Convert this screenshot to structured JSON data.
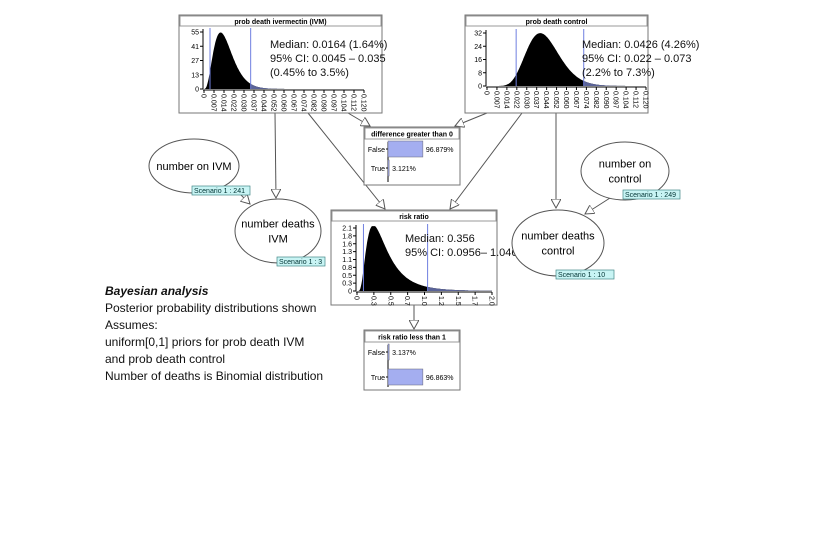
{
  "charts": {
    "ivm": {
      "title": "prob death ivermectin (IVM)",
      "yticks": [
        "0",
        "13",
        "27",
        "41",
        "55"
      ],
      "xticks": [
        "0",
        "0.007",
        "0.014",
        "0.022",
        "0.030",
        "0.037",
        "0.044",
        "0.052",
        "0.060",
        "0.067",
        "0.074",
        "0.082",
        "0.090",
        "0.097",
        "0.104",
        "0.112",
        "0.120"
      ],
      "ymax": 55,
      "xmax": 0.12,
      "ci": [
        0.0045,
        0.035
      ],
      "annotation": [
        "Median: 0.0164 (1.64%)",
        "95% CI:  0.0045 – 0.035",
        "(0.45% to 3.5%)"
      ]
    },
    "control": {
      "title": "prob death control",
      "yticks": [
        "0",
        "8",
        "16",
        "24",
        "32"
      ],
      "xticks": [
        "0",
        "0.007",
        "0.014",
        "0.022",
        "0.030",
        "0.037",
        "0.044",
        "0.052",
        "0.060",
        "0.067",
        "0.074",
        "0.082",
        "0.090",
        "0.097",
        "0.104",
        "0.112",
        "0.120"
      ],
      "ymax": 32,
      "xmax": 0.12,
      "ci": [
        0.022,
        0.073
      ],
      "annotation": [
        "Median: 0.0426 (4.26%)",
        "95% CI:  0.022 – 0.073",
        "(2.2% to 7.3%)"
      ]
    },
    "risk_ratio": {
      "title": "risk ratio",
      "yticks": [
        "0",
        "0.3",
        "0.5",
        "0.8",
        "1.1",
        "1.3",
        "1.6",
        "1.8",
        "2.1"
      ],
      "xticks": [
        "0",
        "0.3",
        "0.5",
        "0.7",
        "1.0",
        "1.2",
        "1.5",
        "1.7",
        "2.0"
      ],
      "ymax": 2.1,
      "xmax": 2.0,
      "ci": [
        0.0956,
        1.046
      ],
      "annotation": [
        "Median: 0.356",
        "95% CI:  0.0956– 1.046"
      ]
    }
  },
  "bool_nodes": {
    "difference": {
      "title": "difference greater than 0",
      "rows": [
        {
          "label": "False",
          "value": "96.879%",
          "p": 0.96879
        },
        {
          "label": "True",
          "value": "3.121%",
          "p": 0.03121
        }
      ]
    },
    "rr_less": {
      "title": "risk ratio less than 1",
      "rows": [
        {
          "label": "False",
          "value": "3.137%",
          "p": 0.03137
        },
        {
          "label": "True",
          "value": "96.863%",
          "p": 0.96863
        }
      ]
    }
  },
  "nodes": {
    "number_on_ivm": {
      "label": [
        "number on IVM"
      ],
      "scenario": "Scenario 1 : 241"
    },
    "deaths_ivm": {
      "label": [
        "number deaths",
        "IVM"
      ],
      "scenario": "Scenario 1 : 3"
    },
    "number_on_control": {
      "label": [
        "number on",
        "control"
      ],
      "scenario": "Scenario 1 : 249"
    },
    "deaths_control": {
      "label": [
        "number deaths",
        "control"
      ],
      "scenario": "Scenario 1 : 10"
    }
  },
  "notes": {
    "heading": "Bayesian analysis",
    "lines": [
      "Posterior probability distributions shown",
      "Assumes:",
      "uniform[0,1] priors for prob death IVM",
      "and prob death control",
      "Number of deaths is Binomial distribution"
    ]
  },
  "colors": {
    "ci_line": "#6f7fe0",
    "bar": "#a4aef0",
    "tail": "#5a6398",
    "scenario_bg": "#c8f4f4"
  }
}
